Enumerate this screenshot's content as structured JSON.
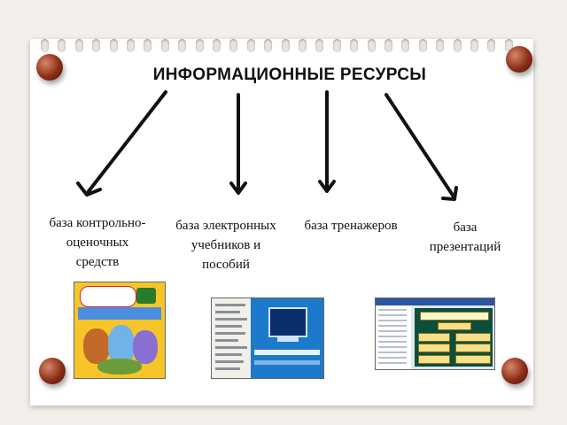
{
  "title": "ИНФОРМАЦИОННЫЕ РЕСУРСЫ",
  "labels": {
    "control": [
      "база контрольно-",
      "оценочных",
      "средств"
    ],
    "textbooks": [
      "база электронных",
      "учебников и",
      "пособий"
    ],
    "trainers": [
      "база тренажеров"
    ],
    "presentations": [
      "база",
      "презентаций"
    ]
  },
  "colors": {
    "background": "#f3f0eb",
    "paper": "#ffffff",
    "arrow": "#111111",
    "pin": "#8b2d17"
  },
  "icons": [
    "push-pin-icon"
  ]
}
